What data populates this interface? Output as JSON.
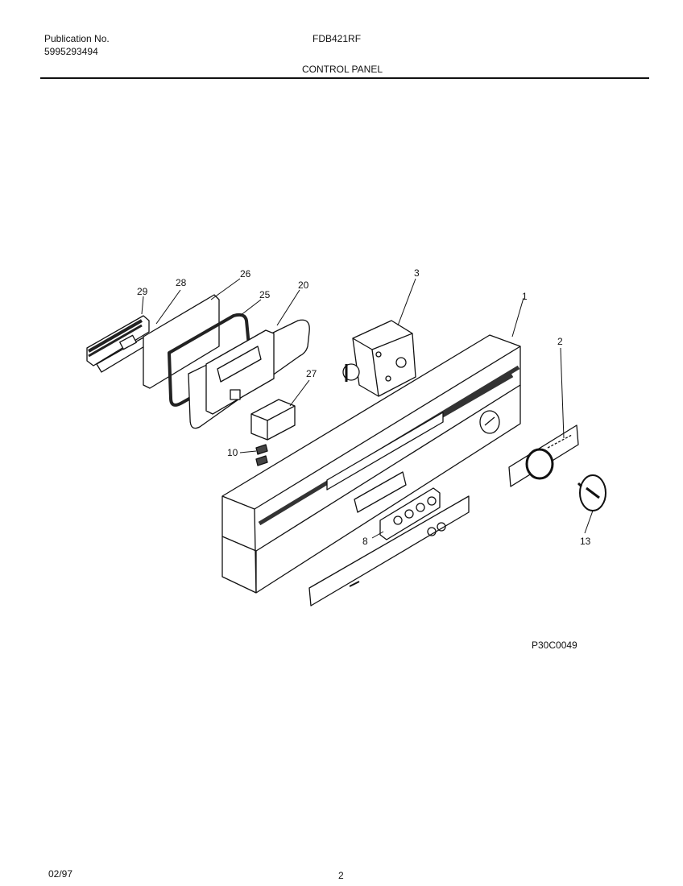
{
  "header": {
    "publication_label": "Publication No.",
    "publication_number": "5995293494",
    "model": "FDB421RF",
    "section_title": "CONTROL PANEL"
  },
  "diagram": {
    "figure_code": "P30C0049",
    "callouts": {
      "c29": "29",
      "c28": "28",
      "c26": "26",
      "c25": "25",
      "c20": "20",
      "c3": "3",
      "c1": "1",
      "c2": "2",
      "c27": "27",
      "c10": "10",
      "c8": "8",
      "c13": "13"
    }
  },
  "footer": {
    "date": "02/97",
    "page": "2"
  }
}
